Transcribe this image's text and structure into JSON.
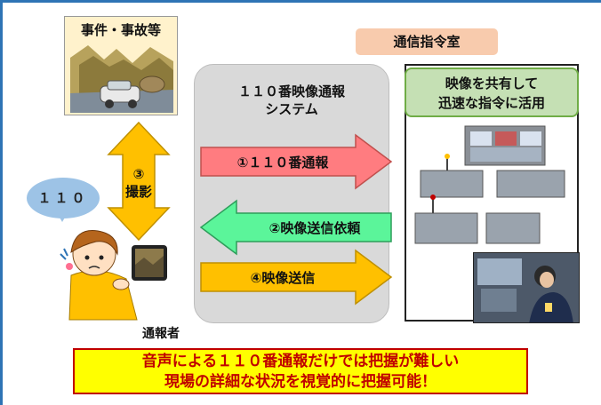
{
  "incident": {
    "title": "事件・事故等"
  },
  "center": {
    "title_line1": "１１０番映像通報",
    "title_line2": "システム"
  },
  "command_room": {
    "label": "通信指令室",
    "share_line1": "映像を共有して",
    "share_line2": "迅速な指令に活用"
  },
  "arrows": {
    "a1": {
      "label": "①１１０番通報",
      "color": "#ff7c80"
    },
    "a2": {
      "label": "②映像送信依頼",
      "color": "#5bf59a"
    },
    "a4": {
      "label": "④映像送信",
      "color": "#ffc000"
    },
    "a3": {
      "label_line1": "③",
      "label_line2": "撮影",
      "color": "#ffc000"
    }
  },
  "caller": {
    "bubble": "１１０",
    "label": "通報者"
  },
  "banner": {
    "line1": "音声による１１０番通報だけでは把握が難しい",
    "line2": "現場の詳細な状況を視覚的に把握可能！"
  }
}
